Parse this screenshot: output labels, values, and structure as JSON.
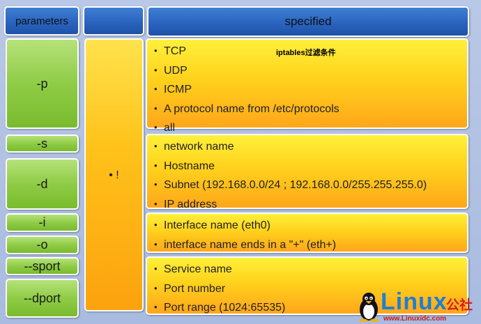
{
  "header": {
    "parameters_label": "parameters",
    "blank_label": "",
    "specified_label": "specified"
  },
  "caption": "iptables过滤条件",
  "negation_label": "• !",
  "params": {
    "p": "-p",
    "s": "-s",
    "d": "-d",
    "i": "-i",
    "o": "-o",
    "sport": "--sport",
    "dport": "--dport"
  },
  "groups": {
    "protocol": [
      "TCP",
      "UDP",
      "ICMP",
      "A protocol name from /etc/protocols",
      "all"
    ],
    "address": [
      "network name",
      "Hostname",
      "Subnet (192.168.0.0/24 ; 192.168.0.0/255.255.255.0)",
      "IP address"
    ],
    "interface": [
      "Interface name (eth0)",
      "interface name ends in a \"+\" (eth+)"
    ],
    "port": [
      "Service name",
      "Port number",
      "Port range (1024:65535)"
    ]
  },
  "watermark": {
    "brand": "Linux",
    "brand_cn": "公社",
    "site": "www.Linuxidc.com"
  }
}
